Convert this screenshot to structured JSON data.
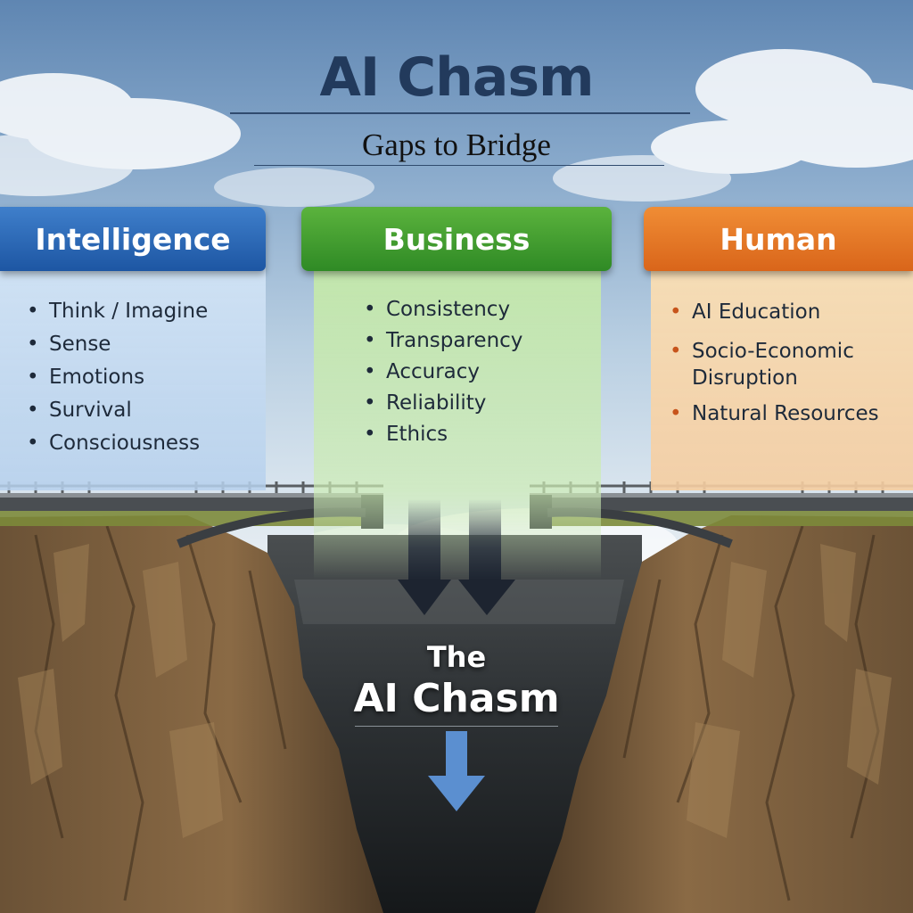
{
  "header": {
    "title": "AI Chasm",
    "subtitle": "Gaps to Bridge"
  },
  "columns": [
    {
      "heading": "Intelligence",
      "color": "#2a67b5",
      "items": [
        "Think / Imagine",
        "Sense",
        "Emotions",
        "Survival",
        "Consciousness"
      ]
    },
    {
      "heading": "Business",
      "color": "#3e9a2c",
      "items": [
        "Consistency",
        "Transparency",
        "Accuracy",
        "Reliability",
        "Ethics"
      ]
    },
    {
      "heading": "Human",
      "color": "#e57524",
      "items": [
        "AI Education",
        "Socio-Economic Disruption",
        "Natural Resources"
      ]
    }
  ],
  "chasm": {
    "line1": "The",
    "line2": "AI Chasm"
  },
  "bullet": "•"
}
